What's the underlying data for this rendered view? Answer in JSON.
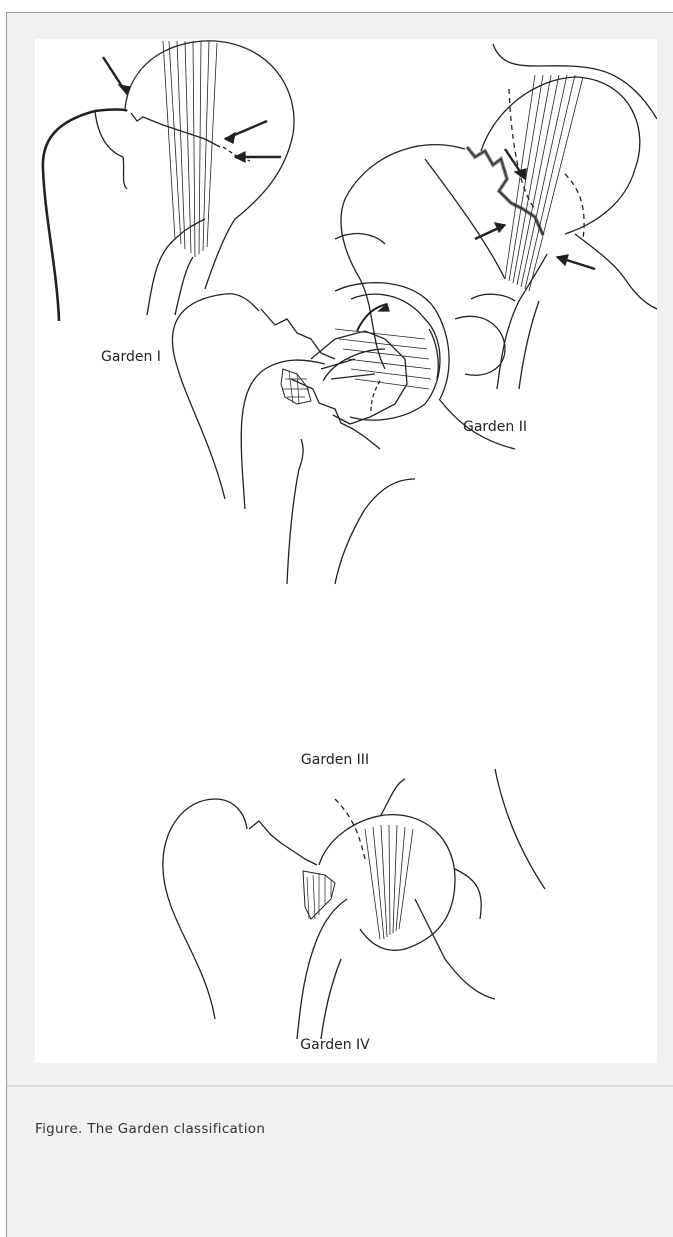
{
  "figure": {
    "panels": [
      {
        "label": "Garden I"
      },
      {
        "label": "Garden II"
      },
      {
        "label": "Garden III"
      },
      {
        "label": "Garden IV"
      }
    ]
  },
  "caption": "Figure. The Garden classification",
  "colors": {
    "panel_bg": "#f1f1f1",
    "figure_bg": "#ffffff",
    "ink": "#222222"
  }
}
